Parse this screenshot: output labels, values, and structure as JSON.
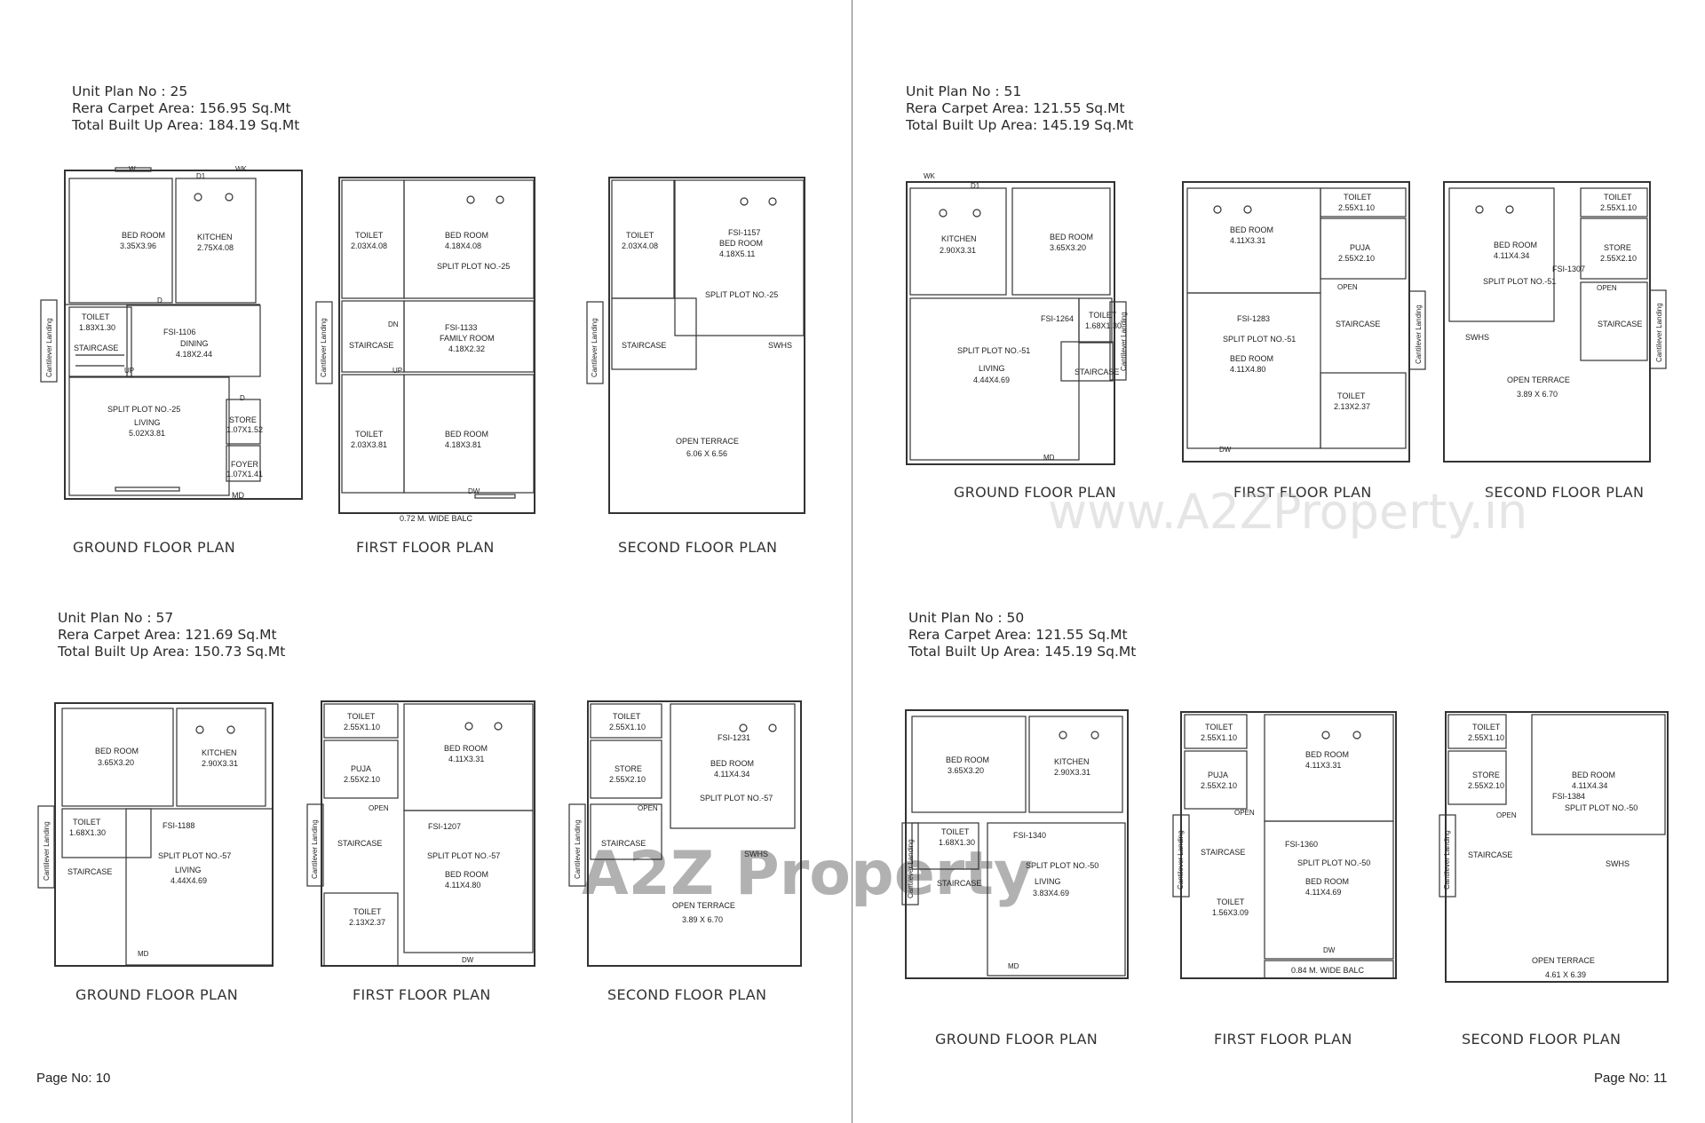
{
  "units": [
    {
      "unit_no": "Unit Plan No : 25",
      "carpet": "Rera Carpet Area: 156.95 Sq.Mt",
      "builtup": "Total Built Up Area: 184.19 Sq.Mt",
      "plans": {
        "ground": "GROUND FLOOR PLAN",
        "first": "FIRST FLOOR PLAN",
        "second": "SECOND FLOOR PLAN"
      }
    },
    {
      "unit_no": "Unit Plan No : 51",
      "carpet": "Rera Carpet Area: 121.55 Sq.Mt",
      "builtup": "Total Built Up Area: 145.19 Sq.Mt",
      "plans": {
        "ground": "GROUND FLOOR PLAN",
        "first": "FIRST FLOOR PLAN",
        "second": "SECOND FLOOR PLAN"
      }
    },
    {
      "unit_no": "Unit Plan No : 57",
      "carpet": "Rera Carpet Area: 121.69 Sq.Mt",
      "builtup": "Total Built Up Area: 150.73 Sq.Mt",
      "plans": {
        "ground": "GROUND FLOOR PLAN",
        "first": "FIRST FLOOR PLAN",
        "second": "SECOND FLOOR PLAN"
      }
    },
    {
      "unit_no": "Unit Plan No : 50",
      "carpet": "Rera Carpet Area: 121.55 Sq.Mt",
      "builtup": "Total Built Up Area: 145.19 Sq.Mt",
      "plans": {
        "ground": "GROUND FLOOR PLAN",
        "first": "FIRST FLOOR PLAN",
        "second": "SECOND FLOOR PLAN"
      }
    }
  ],
  "page_left": "Page No: 10",
  "page_right": "Page No: 11",
  "watermark_text": "www.A2ZProperty.in",
  "watermark_logo": "A2Z Property",
  "labels": {
    "bedroom": "BED ROOM",
    "kitchen": "KITCHEN",
    "toilet": "TOILET",
    "staircase": "STAIRCASE",
    "cantilever": "Cantilever Landing",
    "living": "LIVING",
    "dining": "DINING",
    "store": "STORE",
    "foyer": "FOYER",
    "puja": "PUJA",
    "open_terrace": "OPEN TERRACE",
    "family_room": "FAMILY ROOM",
    "swhs": "SWHS",
    "open": "OPEN",
    "up": "UP",
    "dn": "DN",
    "d": "D",
    "d1": "D1",
    "w": "W",
    "wk": "WK",
    "md": "MD",
    "dw": "DW",
    "sp25": "SPLIT PLOT NO.-25",
    "sp51": "SPLIT PLOT NO.-51",
    "sp57": "SPLIT PLOT NO.-57",
    "sp50": "SPLIT PLOT NO.-50",
    "fsi1106": "FSI-1106",
    "fsi1133": "FSI-1133",
    "fsi1157": "FSI-1157",
    "fsi1264": "FSI-1264",
    "fsi1283": "FSI-1283",
    "fsi1307": "FSI-1307",
    "fsi1188": "FSI-1188",
    "fsi1207": "FSI-1207",
    "fsi1231": "FSI-1231",
    "fsi1340": "FSI-1340",
    "fsi1360": "FSI-1360",
    "fsi1384": "FSI-1384",
    "d_335x396": "3.35X3.96",
    "d_275x408": "2.75X4.08",
    "d_183x130": "1.83X1.30",
    "d_418x244": "4.18X2.44",
    "d_502x381": "5.02X3.81",
    "d_107x152": "1.07X1.52",
    "d_107x141": "1.07X1.41",
    "d_203x408": "2.03X4.08",
    "d_418x408": "4.18X4.08",
    "d_418x232": "4.18X2.32",
    "d_203x381": "2.03X3.81",
    "d_418x381": "4.18X3.81",
    "balc072": "0.72 M. WIDE BALC",
    "d_418x511": "4.18X5.11",
    "t_606x656": "6.06 X 6.56",
    "d_290x331": "2.90X3.31",
    "d_365x320": "3.65X3.20",
    "d_168x130": "1.68X1.30",
    "d_444x469": "4.44X4.69",
    "d_255x110": "2.55X1.10",
    "d_411x331": "4.11X3.31",
    "d_255x210": "2.55X2.10",
    "d_411x480": "4.11X4.80",
    "d_213x237": "2.13X2.37",
    "d_411x434": "4.11X4.34",
    "t_389x670a": "3.89 X 6.70",
    "t_389x670b": "3.89 X 6.70",
    "d_383x469": "3.83X4.69",
    "d_156x309": "1.56X3.09",
    "d_411x469": "4.11X4.69",
    "balc084": "0.84 M. WIDE BALC",
    "t_461x639": "4.61 X 6.39"
  }
}
